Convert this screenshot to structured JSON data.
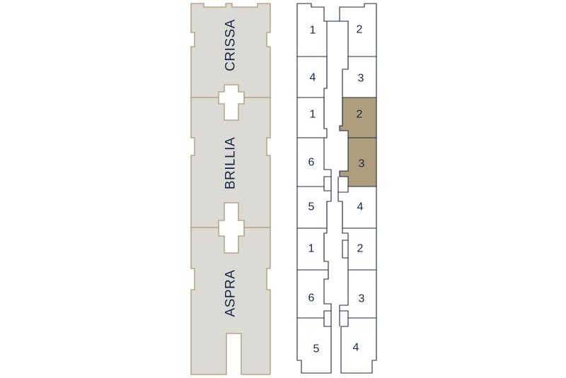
{
  "buildings": {
    "crissa": {
      "name": "CRISSA"
    },
    "brillia": {
      "name": "BRILLIA"
    },
    "aspra": {
      "name": "ASPRA"
    }
  },
  "floor_units": {
    "row1_left": {
      "label": "1"
    },
    "row1_right": {
      "label": "2"
    },
    "row2_left": {
      "label": "4"
    },
    "row2_right": {
      "label": "3"
    },
    "row3_left": {
      "label": "1"
    },
    "row3_right": {
      "label": "2",
      "selected": true
    },
    "row4_left": {
      "label": "6"
    },
    "row4_right": {
      "label": "3",
      "selected": true
    },
    "row5_left": {
      "label": "5"
    },
    "row5_right": {
      "label": "4"
    },
    "row6_left": {
      "label": "1"
    },
    "row6_right": {
      "label": "2"
    },
    "row7_left": {
      "label": "6"
    },
    "row7_right": {
      "label": "3"
    },
    "row8_left": {
      "label": "5"
    },
    "row8_right": {
      "label": "4"
    }
  },
  "colors": {
    "navy": "#1b2747",
    "building_fill": "#dcdad5",
    "building_stroke": "#b6a888",
    "selected_unit": "#ae9e7b"
  }
}
